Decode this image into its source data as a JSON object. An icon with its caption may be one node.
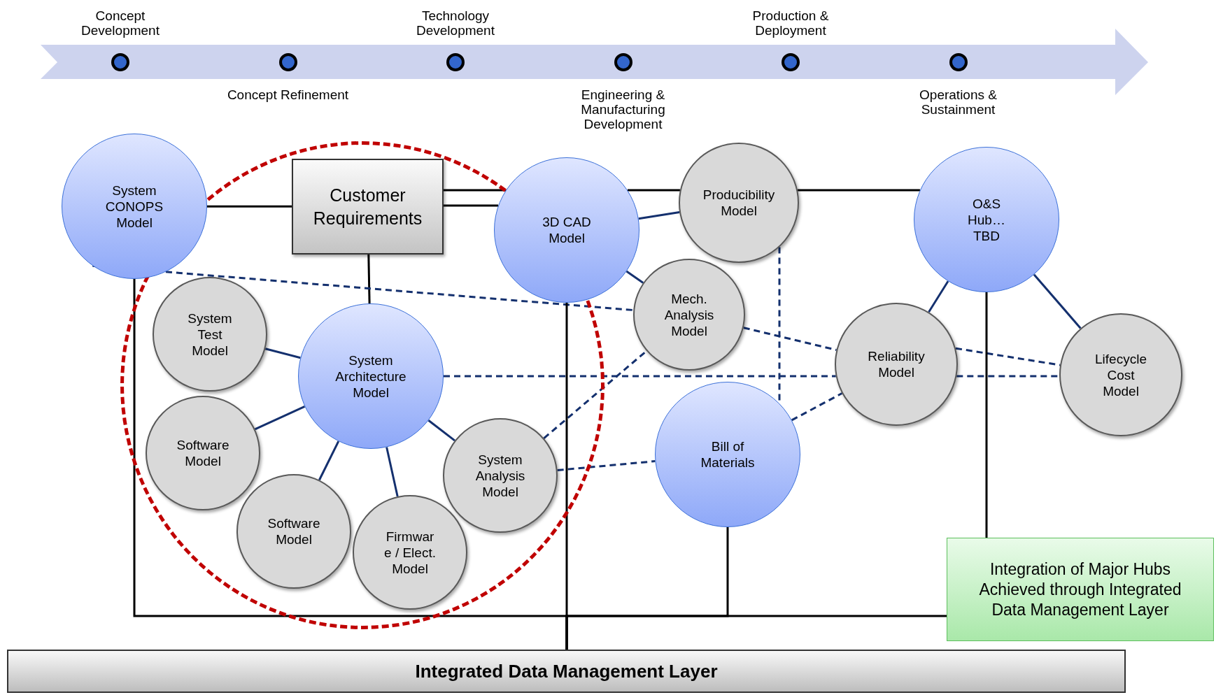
{
  "diagram": {
    "nodes": [
      {
        "text": [
          "System CONOPS Model"
        ]
      },
      {
        "text": [],
        "shape": "circle"
      },
      {
        "text": [
          "Customer Requirements"
        ],
        "in": 1
      },
      {
        "text": [
          "3D CAD Model"
        ]
      },
      {
        "text": [
          "Producibility Model"
        ]
      },
      {
        "text": [
          "O&S Hub… TBD"
        ]
      },
      {
        "text": [
          "Mech. Analysis Model"
        ]
      },
      {
        "text": [
          "System Test Model"
        ],
        "in": 1
      },
      {
        "text": [
          "System Architecture Model"
        ],
        "in": 1
      },
      {
        "text": [
          "Reliability Model"
        ]
      },
      {
        "text": [
          "Lifecycle Cost Model"
        ]
      },
      {
        "text": [
          "Software Model"
        ],
        "in": 1
      },
      {
        "text": [
          "Bill of Materials"
        ]
      },
      {
        "text": [
          "System Analysis Model"
        ],
        "in": 1
      },
      {
        "text": [
          "Software Model"
        ],
        "in": 1
      },
      {
        "text": [
          "Firmwar e / Elect. Model"
        ],
        "in": 1
      },
      {
        "text": [
          "Integration of Major Hubs Achieved through Integrated Data Management Layer"
        ]
      },
      {
        "text": [
          "Integrated Data Management Layer"
        ]
      }
    ],
    "edges": [
      {
        "from": 0,
        "to": 2,
        "arrow": "none",
        "color": "#000000"
      },
      {
        "from": 2,
        "to": 3,
        "arrow": "none",
        "color": "#000000"
      },
      {
        "from": 2,
        "to": 3,
        "arrow": "none",
        "color": "#000000"
      },
      {
        "from": 3,
        "to": 4,
        "arrow": "none",
        "color": "#000000"
      },
      {
        "from": 4,
        "to": 5,
        "arrow": "none",
        "color": "#000000"
      },
      {
        "from": 2,
        "to": 8,
        "arrow": "none",
        "color": "#000000"
      },
      {
        "from": 3,
        "to": 4,
        "arrow": "none"
      },
      {
        "from": 3,
        "to": 6,
        "arrow": "none"
      },
      {
        "from": 0,
        "to": 6,
        "arrow": "none",
        "style": "dashed"
      },
      {
        "from": 6,
        "to": 9,
        "arrow": "none",
        "style": "dashed"
      },
      {
        "from": 4,
        "to": 12,
        "arrow": "none",
        "style": "dashed"
      },
      {
        "from": 5,
        "to": 9,
        "arrow": "none"
      },
      {
        "from": 5,
        "to": 10,
        "arrow": "none"
      },
      {
        "from": 7,
        "to": 8,
        "arrow": "none"
      },
      {
        "from": 11,
        "to": 8,
        "arrow": "none"
      },
      {
        "from": 14,
        "to": 8,
        "arrow": "none"
      },
      {
        "from": 15,
        "to": 8,
        "arrow": "none"
      },
      {
        "from": 13,
        "to": 8,
        "arrow": "none"
      },
      {
        "from": 8,
        "to": 9,
        "arrow": "none",
        "style": "dashed"
      },
      {
        "from": 9,
        "to": 10,
        "arrow": "none",
        "style": "dashed"
      },
      {
        "from": 9,
        "to": 10,
        "arrow": "none",
        "style": "dashed"
      },
      {
        "from": 13,
        "to": 6,
        "arrow": "none",
        "style": "dashed"
      },
      {
        "from": 13,
        "to": 12,
        "arrow": "none",
        "style": "dashed"
      },
      {
        "from": 12,
        "to": 9,
        "arrow": "none",
        "style": "dashed"
      },
      {
        "from": 0,
        "to": 17,
        "arrow": "none",
        "color": "#000000"
      },
      {
        "from": 3,
        "to": 17,
        "arrow": "none",
        "color": "#000000"
      },
      {
        "from": 12,
        "to": 17,
        "arrow": "none",
        "color": "#000000"
      },
      {
        "from": 5,
        "to": 16,
        "arrow": "none",
        "color": "#000000"
      },
      {
        "from": 16,
        "to": 17,
        "arrow": "none",
        "color": "#000000"
      }
    ],
    "labels": [
      "Concept Development",
      "Concept Refinement",
      "Technology Development",
      "Engineering & Manufacturing Development",
      "Production & Deployment",
      "Operations & Sustainment"
    ]
  }
}
